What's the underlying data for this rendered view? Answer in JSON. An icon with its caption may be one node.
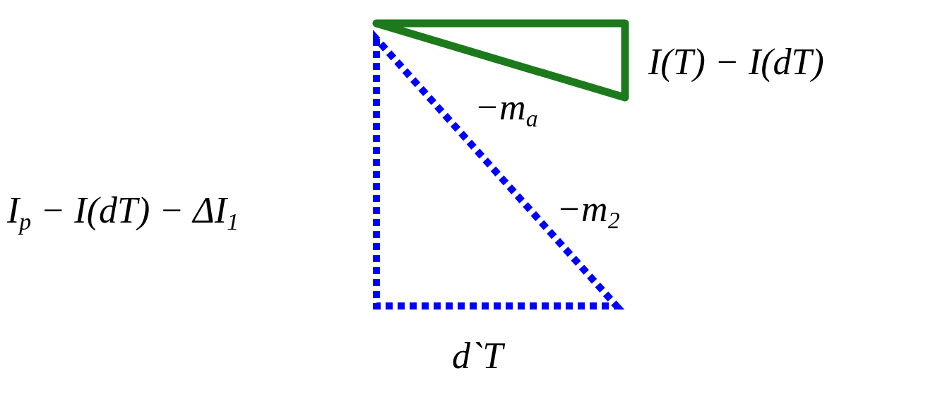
{
  "diagram": {
    "labels": [
      "I(T) − I(dT)",
      "−m$_{a}$",
      "I$_{p}$ − I(dT) − ΔI$_{1}$",
      "−m$_{2}$",
      "d`T"
    ]
  }
}
